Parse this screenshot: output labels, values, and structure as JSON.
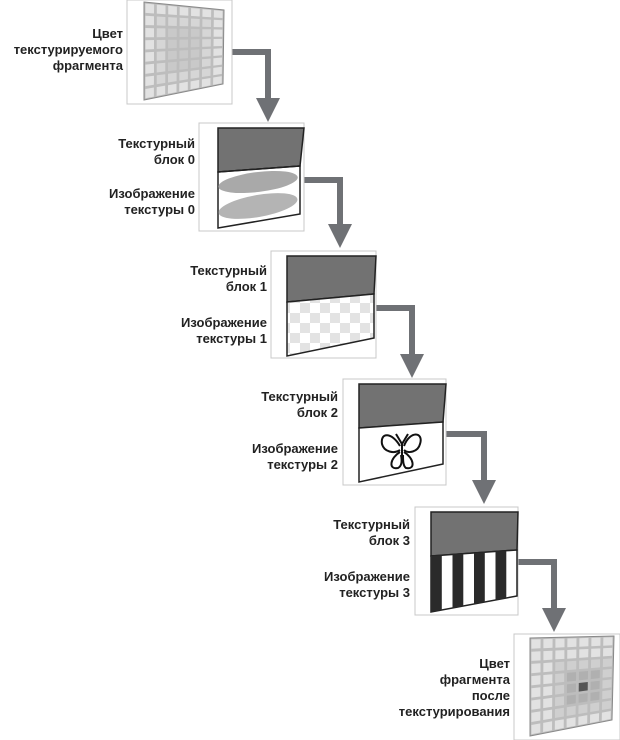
{
  "input_fragment": {
    "label": [
      "Цвет",
      "текстурируемого",
      "фрагмента"
    ]
  },
  "units": [
    {
      "block": [
        "Текстурный",
        "блок 0"
      ],
      "image": [
        "Изображение",
        "текстуры 0"
      ],
      "texture": "ellipses"
    },
    {
      "block": [
        "Текстурный",
        "блок 1"
      ],
      "image": [
        "Изображение",
        "текстуры 1"
      ],
      "texture": "checker"
    },
    {
      "block": [
        "Текстурный",
        "блок 2"
      ],
      "image": [
        "Изображение",
        "текстуры 2"
      ],
      "texture": "butterfly"
    },
    {
      "block": [
        "Текстурный",
        "блок 3"
      ],
      "image": [
        "Изображение",
        "текстуры 3"
      ],
      "texture": "stripes"
    }
  ],
  "output_fragment": {
    "label": [
      "Цвет",
      "фрагмента",
      "после",
      "текстурирования"
    ]
  },
  "colors": {
    "arrow": "#6f7175",
    "block_band": "#727272",
    "frame_line": "#222222",
    "grid_cell": "#e2e2e2"
  }
}
